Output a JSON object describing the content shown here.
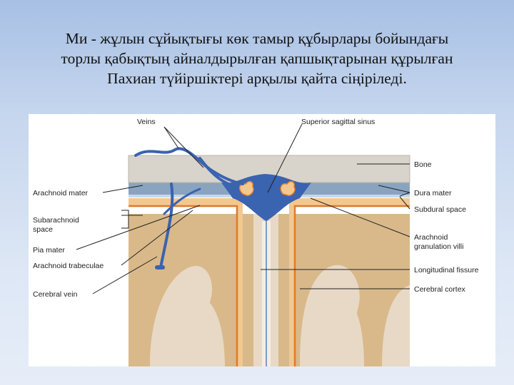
{
  "title": {
    "lines": [
      "Ми - жұлын сұйықтығы көк тамыр құбырлары бойындағы",
      "торлы қабықтың айналдырылған қапшықтарынан құрылған",
      "Пахиан түйіршіктері арқылы қайта сіңіріледі."
    ]
  },
  "diagram": {
    "labels": {
      "veins": "Veins",
      "superior_sagittal_sinus": "Superior sagittal sinus",
      "bone": "Bone",
      "arachnoid_mater": "Arachnoid mater",
      "dura_mater": "Dura mater",
      "subdural_space": "Subdural space",
      "subarachnoid_space_1": "Subarachnoid",
      "subarachnoid_space_2": "space",
      "arachnoid_granulation_1": "Arachnoid",
      "arachnoid_granulation_2": "granulation villi",
      "pia_mater": "Pia mater",
      "arachnoid_trabeculae": "Arachnoid trabeculae",
      "longitudinal_fissure": "Longitudinal fissure",
      "cerebral_vein": "Cerebral vein",
      "cerebral_cortex": "Cerebral cortex"
    },
    "colors": {
      "bone": "#d8d4cc",
      "dura": "#8aa4c0",
      "vein": "#3a63b0",
      "subarachnoid": "#f2c890",
      "pia": "#e07a28",
      "cortex_gray": "#d9b98a",
      "white_matter": "#e8d9c6"
    }
  }
}
